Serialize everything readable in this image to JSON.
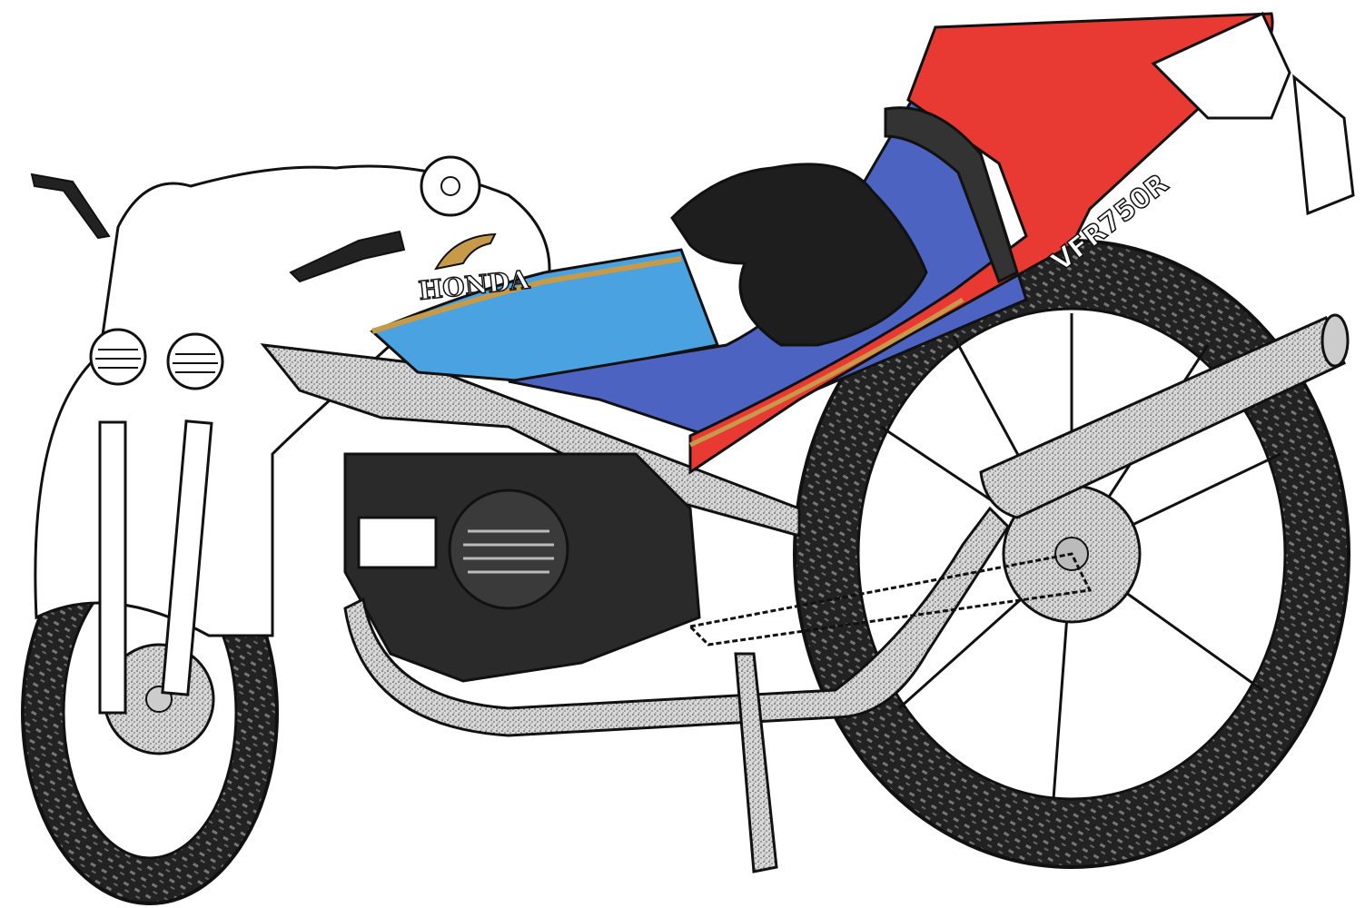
{
  "illustration": {
    "subject": "Honda motorcycle, hand-drawn ink and watercolor",
    "tank_logo_text": "HONDA",
    "tail_model_text": "VFR750R",
    "colors": {
      "red_bodywork": "#e83a32",
      "blue_bodywork": "#4d63c2",
      "light_blue_tank": "#4aa3e0",
      "gold_stripe": "#c79a4a",
      "seat_black": "#1e1e1e",
      "metal_gray": "#9a9a9a",
      "outline": "#111111",
      "white_fairing": "#ffffff"
    }
  }
}
